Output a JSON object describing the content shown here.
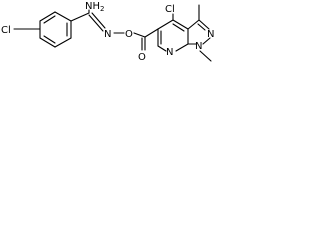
{
  "atoms": {
    "cl_left": "Cl",
    "amine": "NH",
    "amine_sub": "2",
    "imine_n": "N",
    "ether_o": "O",
    "cl_right": "Cl",
    "carbonyl_o": "O",
    "pyrazole_n_top": "N",
    "pyrazole_n_bottom": "N",
    "pyridine_n": "N"
  },
  "colors": {
    "ink": "#000000",
    "background": "#ffffff"
  }
}
